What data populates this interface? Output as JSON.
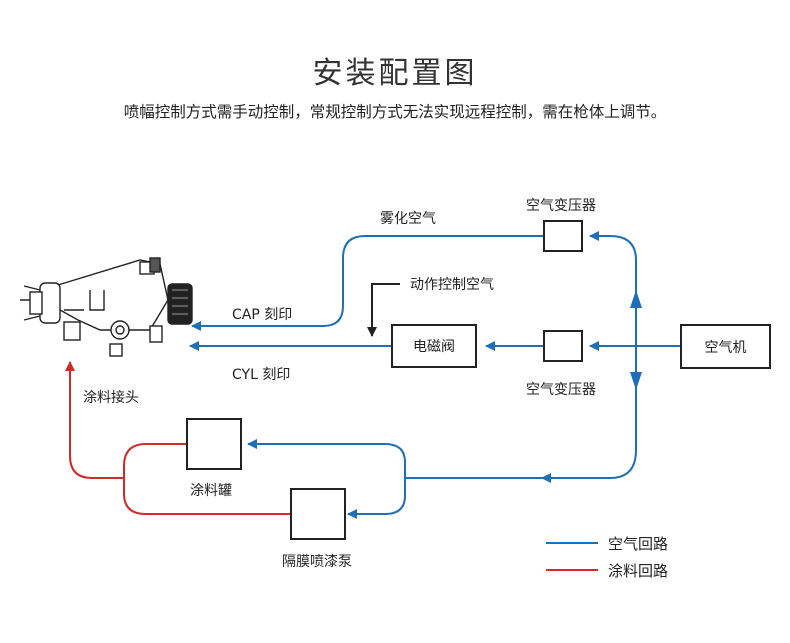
{
  "title": "安装配置图",
  "subtitle": "喷幅控制方式需手动控制，常规控制方式无法实现远程控制，需在枪体上调节。",
  "labels": {
    "atomize_air": "雾化空气",
    "pressure_reg_top": "空气变压器",
    "action_air": "动作控制空气",
    "cap_mark": "CAP 刻印",
    "cyl_mark": "CYL 刻印",
    "solenoid": "电磁阀",
    "pressure_reg_bottom": "空气变压器",
    "compressor": "空气机",
    "paint_inlet": "涂料接头",
    "paint_tank": "涂料罐",
    "diaphragm_pump": "隔膜喷漆泵"
  },
  "legend": {
    "air_label": "空气回路",
    "paint_label": "涂料回路"
  },
  "colors": {
    "air": "#1f6fb8",
    "paint": "#d02a2a",
    "black": "#222222"
  }
}
